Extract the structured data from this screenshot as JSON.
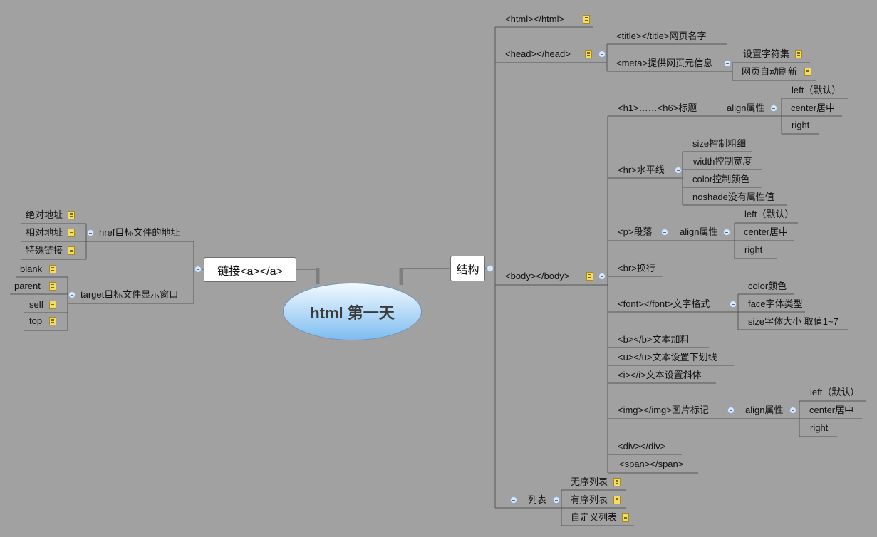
{
  "central_topic": "html 第一天",
  "link_branch": {
    "label": "链接<a></a>",
    "href": {
      "label": "href目标文件的地址",
      "children": [
        "绝对地址",
        "相对地址",
        "特殊链接"
      ]
    },
    "target": {
      "label": "target目标文件显示窗口",
      "children": [
        "blank",
        "parent",
        "self",
        "top"
      ]
    }
  },
  "structure_branch": {
    "label": "结构",
    "html": "<html></html>",
    "head": {
      "label": "<head></head>",
      "title": "<title></title>网页名字",
      "meta": {
        "label": "<meta>提供网页元信息",
        "children": [
          "设置字符集",
          "网页自动刷新"
        ]
      }
    },
    "body": {
      "label": "<body></body>",
      "heading": {
        "label": "<h1>……<h6>标题",
        "align": {
          "label": "align属性",
          "options": [
            "left（默认）",
            "center居中",
            "right"
          ]
        }
      },
      "hr": {
        "label": "<hr>水平线",
        "children": [
          "size控制粗细",
          "width控制宽度",
          "color控制颜色",
          "noshade没有属性值"
        ]
      },
      "paragraph": {
        "label": "<p>段落",
        "align": {
          "label": "align属性",
          "options": [
            "left（默认）",
            "center居中",
            "right"
          ]
        }
      },
      "br": "<br>换行",
      "font": {
        "label": "<font></font>文字格式",
        "children": [
          "color颜色",
          "face字体类型",
          "size字体大小 取值1~7"
        ]
      },
      "bold": "<b></b>文本加粗",
      "underline": "<u></u>文本设置下划线",
      "italic": "<i></i>文本设置斜体",
      "img": {
        "label": "<img></img>图片标记",
        "align": {
          "label": "align属性",
          "options": [
            "left（默认）",
            "center居中",
            "right"
          ]
        }
      },
      "div": "<div></div>",
      "span": "<span></span>"
    },
    "list": {
      "label": "列表",
      "children": [
        "无序列表",
        "有序列表",
        "自定义列表"
      ]
    }
  },
  "icons": {
    "note": "note-icon",
    "collapse": "collapse-minus-icon"
  },
  "colors": {
    "background": "#a1a1a1",
    "line": "#565656",
    "connector": "#7e7e7e",
    "central_fill_top": "#f2f9ff",
    "central_fill_bottom": "#7ebdf0",
    "note_fill": "#f4dc63",
    "toggle_fill": "#dce8f5"
  }
}
